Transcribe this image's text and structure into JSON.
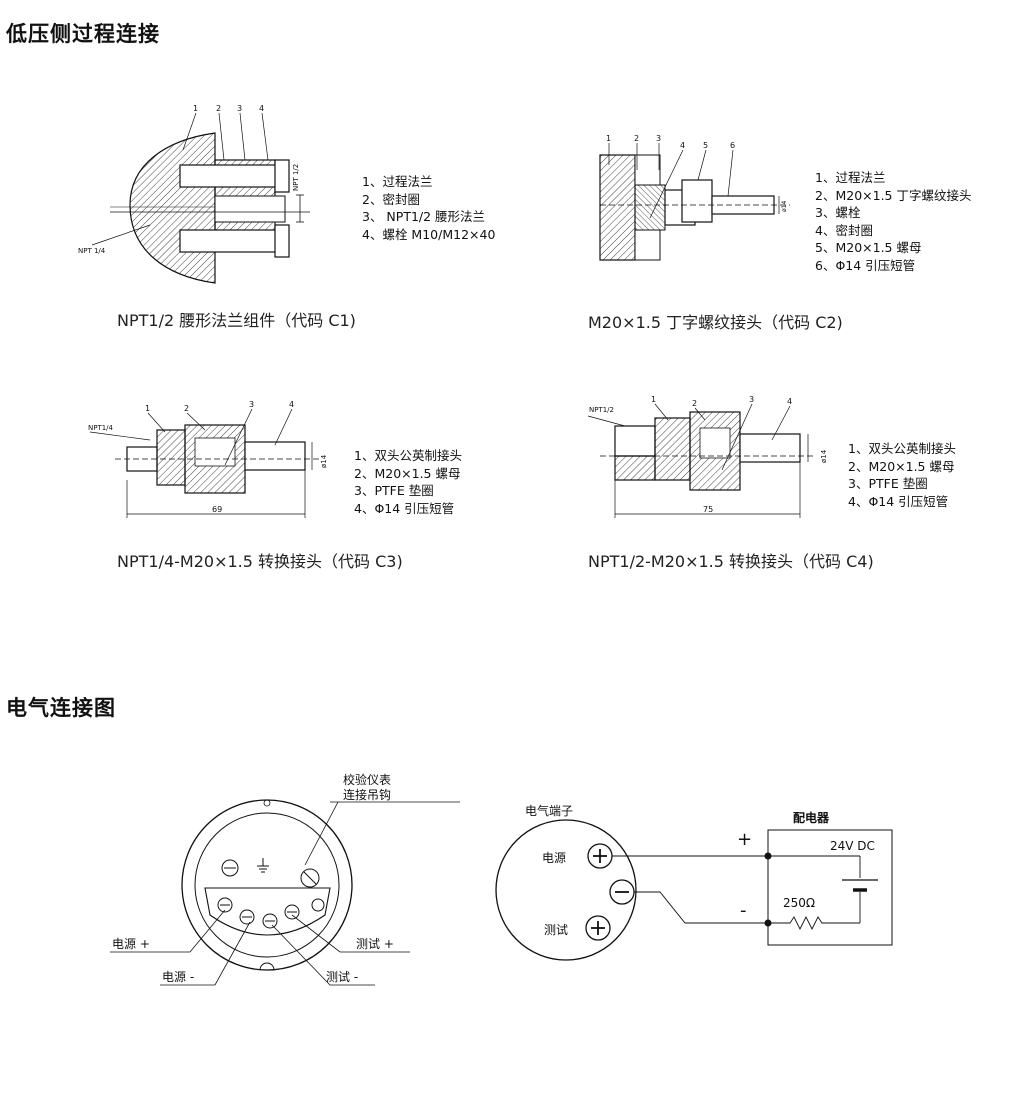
{
  "section_low": {
    "title": "低压侧过程连接"
  },
  "section_elec": {
    "title": "电气连接图"
  },
  "c1": {
    "caption": "NPT1/2 腰形法兰组件（代码 C1)",
    "callouts": [
      "1",
      "2",
      "3",
      "4"
    ],
    "side_label": "NPT 1/4",
    "dim_label": "NPT 1/2",
    "legend": [
      "1、过程法兰",
      "2、密封圈",
      "3、 NPT1/2 腰形法兰",
      "4、螺栓 M10/M12×40"
    ]
  },
  "c2": {
    "caption": "M20×1.5 丁字螺纹接头（代码 C2)",
    "callouts": [
      "1",
      "2",
      "3",
      "4",
      "5",
      "6"
    ],
    "dim_label": "ø14",
    "legend": [
      "1、过程法兰",
      "2、M20×1.5 丁字螺纹接头",
      "3、螺栓",
      "4、密封圈",
      "5、M20×1.5 螺母",
      "6、Φ14 引压短管"
    ]
  },
  "c3": {
    "caption": "NPT1/4-M20×1.5 转换接头（代码 C3)",
    "callouts": [
      "1",
      "2",
      "3",
      "4"
    ],
    "side_label": "NPT1/4",
    "dim_label": "ø14",
    "length": "69",
    "legend": [
      "1、双头公英制接头",
      "2、M20×1.5 螺母",
      "3、PTFE 垫圈",
      "4、Φ14 引压短管"
    ]
  },
  "c4": {
    "caption": "NPT1/2-M20×1.5 转换接头（代码 C4)",
    "callouts": [
      "1",
      "2",
      "3",
      "4"
    ],
    "side_label": "NPT1/2",
    "dim_label": "ø14",
    "length": "75",
    "legend": [
      "1、双头公英制接头",
      "2、M20×1.5 螺母",
      "3、PTFE 垫圈",
      "4、Φ14 引压短管"
    ]
  },
  "terminal": {
    "hook_label_1": "校验仪表",
    "hook_label_2": "连接吊钩",
    "power_plus": "电源 +",
    "power_minus": "电源 -",
    "test_plus": "测试 +",
    "test_minus": "测试 -"
  },
  "circuit": {
    "terminal_title": "电气端子",
    "power": "电源",
    "test": "测试",
    "distributor": "配电器",
    "plus": "+",
    "minus": "-",
    "voltage": "24V DC",
    "resistor": "250Ω"
  }
}
